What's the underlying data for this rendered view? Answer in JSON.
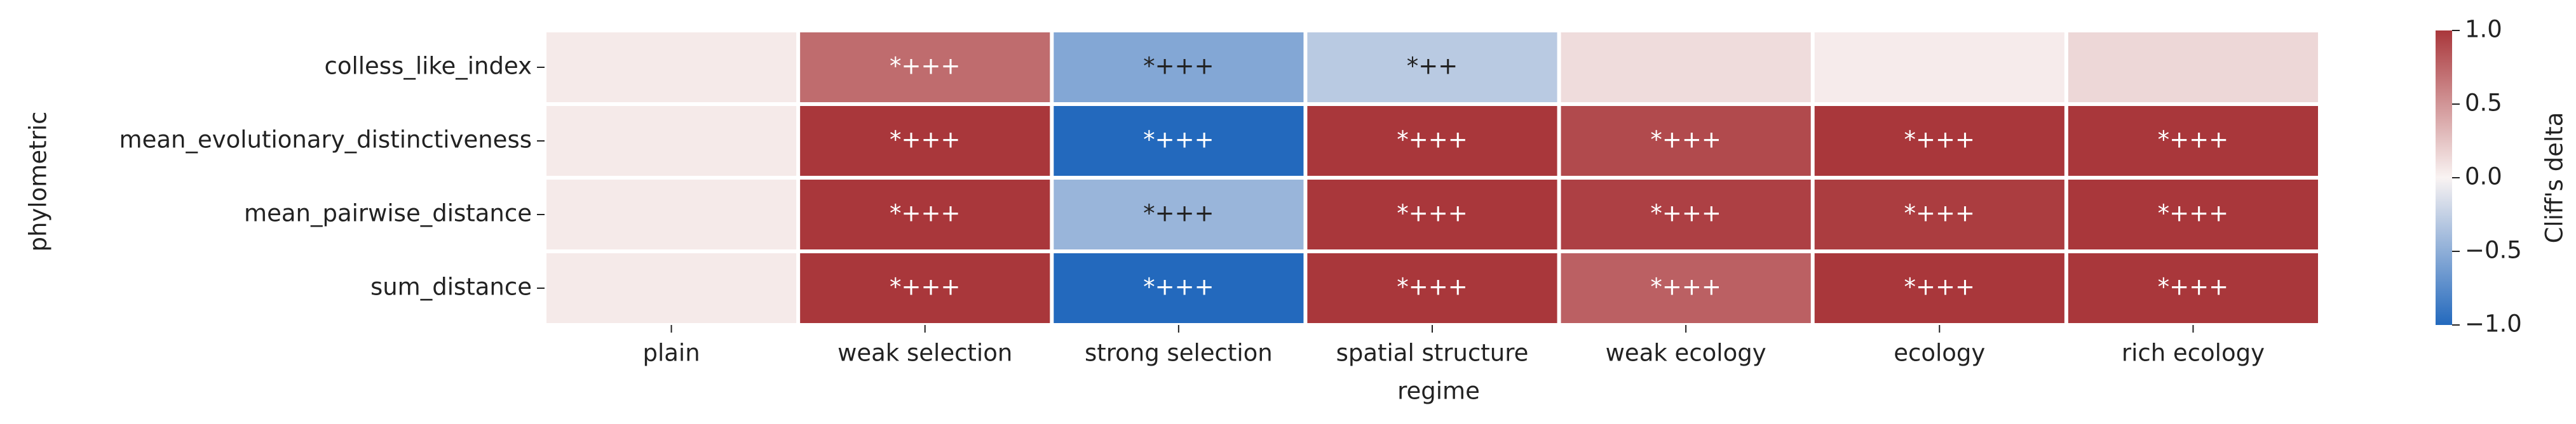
{
  "chart_data": {
    "type": "heatmap",
    "title": "",
    "xlabel": "regime",
    "ylabel": "phylometric",
    "x_categories": [
      "plain",
      "weak selection",
      "strong selection",
      "spatial structure",
      "weak ecology",
      "ecology",
      "rich ecology"
    ],
    "y_categories": [
      "colless_like_index",
      "mean_evolutionary_distinctiveness",
      "mean_pairwise_distance",
      "sum_distance"
    ],
    "values": [
      [
        0.05,
        0.72,
        -0.55,
        -0.3,
        0.12,
        0.04,
        0.15
      ],
      [
        0.05,
        1.0,
        -1.0,
        1.0,
        0.9,
        1.0,
        1.0
      ],
      [
        0.05,
        1.0,
        -0.45,
        1.0,
        0.95,
        0.97,
        1.0
      ],
      [
        0.05,
        1.0,
        -1.0,
        1.0,
        0.78,
        1.0,
        1.0
      ]
    ],
    "annotations": [
      [
        "",
        "*+++",
        "*+++",
        "*++",
        "",
        "",
        ""
      ],
      [
        "",
        "*+++",
        "*+++",
        "*+++",
        "*+++",
        "*+++",
        "*+++"
      ],
      [
        "",
        "*+++",
        "*+++",
        "*+++",
        "*+++",
        "*+++",
        "*+++"
      ],
      [
        "",
        "*+++",
        "*+++",
        "*+++",
        "*+++",
        "*+++",
        "*+++"
      ]
    ],
    "colorbar": {
      "label": "Cliff's delta",
      "range": [
        -1.0,
        1.0
      ],
      "ticks": [
        -1.0,
        -0.5,
        0.0,
        0.5,
        1.0
      ],
      "tick_labels": [
        "−1.0",
        "−0.5",
        "0.0",
        "0.5",
        "1.0"
      ],
      "colormap": "vlag",
      "low_color": "#2369bd",
      "mid_color": "#f9f3f2",
      "high_color": "#a9373b"
    },
    "grid": false,
    "legend": "colorbar-right"
  }
}
